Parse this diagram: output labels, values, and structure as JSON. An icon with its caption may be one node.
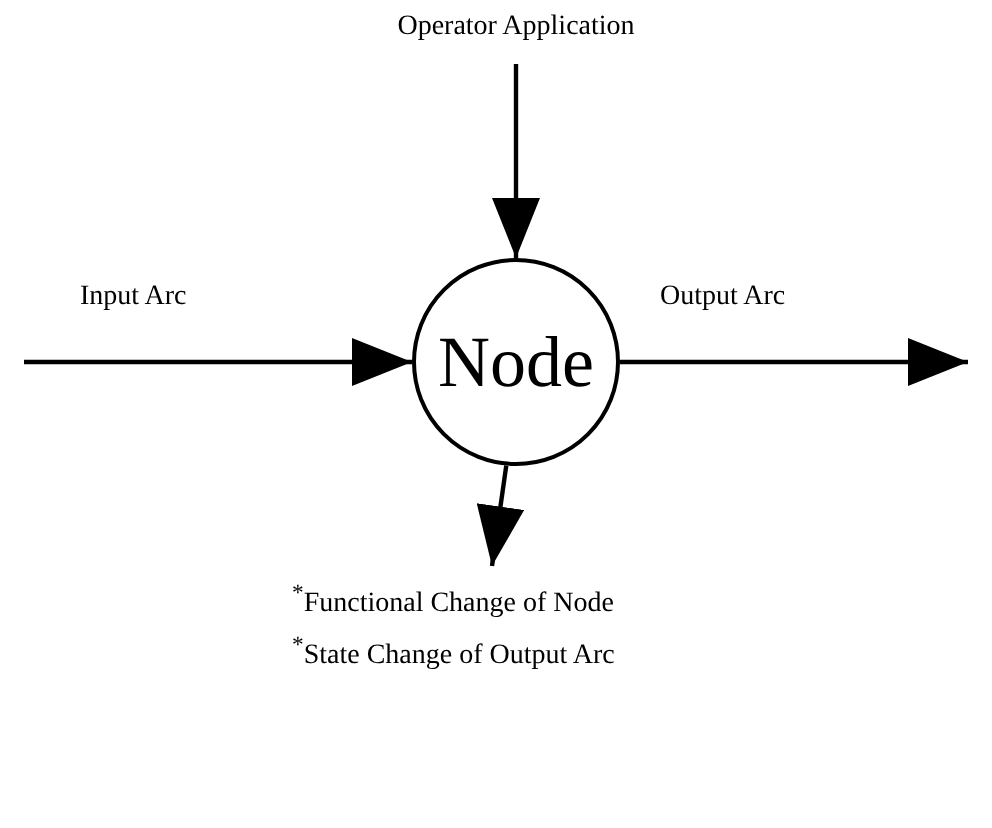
{
  "diagram": {
    "nodes": [
      {
        "text": [
          "Operator Application"
        ]
      },
      {
        "text": [
          "Node"
        ]
      },
      {
        "text": [
          "$^{*}$Functional Change of Node",
          "$^{*}$State Change of Output Arc"
        ]
      }
    ],
    "edges": [
      {
        "from": 0,
        "to": 1,
        "arrow": "to"
      },
      {
        "from": null,
        "to": 1,
        "arrow": "to",
        "label": "Input Arc"
      },
      {
        "from": 1,
        "to": null,
        "arrow": "to",
        "label": "Output Arc"
      },
      {
        "from": 1,
        "to": 2,
        "arrow": "to"
      }
    ]
  }
}
